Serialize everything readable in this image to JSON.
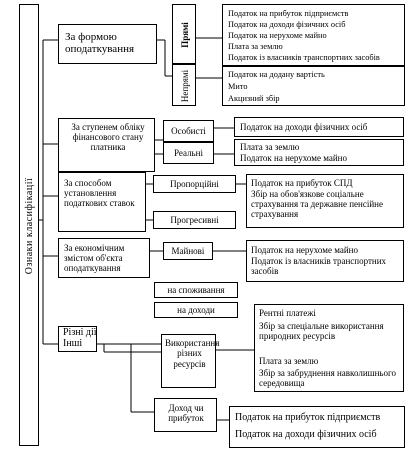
{
  "root": {
    "label": "Ознаки класифікації"
  },
  "groups": [
    {
      "label": "За формою оподаткування",
      "subs": [
        {
          "label": "Прямі",
          "items": [
            "Податок на прибуток підприємств",
            "Податок на доходи фізичних осіб",
            "Податок на нерухоме майно",
            "Плата за землю",
            "Податок із власників транспортних засобів"
          ]
        },
        {
          "label": "Непрямі",
          "items": [
            "Податок на додану вартість",
            "Мито",
            "Акцизний збір"
          ]
        }
      ]
    },
    {
      "label": "За ступенем обліку фінансового стану платника",
      "subs": [
        {
          "label": "Особисті",
          "items": [
            "Податок на доходи фізичних осіб"
          ]
        },
        {
          "label": "Реальні",
          "items": [
            "Плата за землю",
            "Податок на нерухоме майно"
          ]
        }
      ]
    },
    {
      "label": "За способом установлення податкових ставок",
      "subs": [
        {
          "label": "Пропорційні",
          "items": [
            "Податок на прибуток СПД",
            "Збір на обов'язкове соціальне страхування та державне пенсійне страхування"
          ]
        },
        {
          "label": "Прогресивні",
          "items": []
        }
      ]
    },
    {
      "label": "За економічним змістом об'єкта оподаткування",
      "subs": [
        {
          "label": "Майнові",
          "items": [
            "Податок на нерухоме майно",
            "Податок із власників транспортних засобів"
          ]
        },
        {
          "label": "на споживання",
          "items": []
        },
        {
          "label": "на доходи",
          "items": []
        }
      ]
    },
    {
      "label": "Різні дії Інші",
      "subs": [
        {
          "label": "Використання різних ресурсів",
          "items": [
            "Рентні платежі",
            "Збір за спеціальне використання природних ресурсів",
            "Плата за землю",
            "Збір за забруднення навколишнього середовища"
          ]
        },
        {
          "label": "Доход чи прибуток",
          "items": [
            "Податок на прибуток підприємств",
            "Податок на доходи фізичних осіб"
          ]
        }
      ]
    }
  ]
}
